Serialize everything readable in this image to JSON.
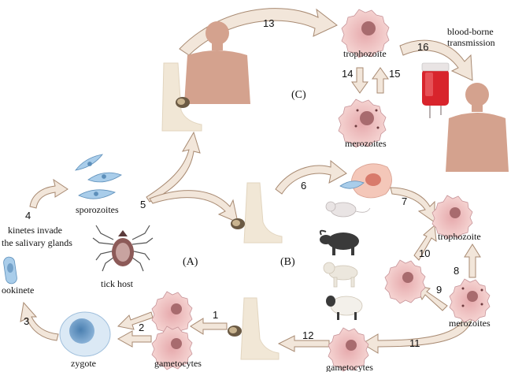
{
  "labels": {
    "trophozoite_top": "trophozoite",
    "merozoites_top": "merozoites",
    "blood_borne_l1": "blood-borne",
    "blood_borne_l2": "transmission",
    "c_label": "(C)",
    "sporozoites": "sporozoites",
    "kinetes_l1": "kinetes invade",
    "kinetes_l2": "the salivary glands",
    "tick_host": "tick host",
    "ookinete": "ookinete",
    "zygote": "zygote",
    "gametocytes_left": "gametocytes",
    "gametocytes_right": "gametocytes",
    "a_label": "(A)",
    "b_label": "(B)",
    "trophozoite_right": "trophozoite",
    "merozoites_right": "merozoites"
  },
  "steps": [
    "1",
    "2",
    "3",
    "4",
    "5",
    "6",
    "7",
    "8",
    "9",
    "10",
    "11",
    "12",
    "13",
    "14",
    "15",
    "16"
  ],
  "colors": {
    "arrow_fill": "#f2e6da",
    "arrow_stroke": "#a88a72",
    "skin": "#d4a28e",
    "leg": "#f1e7d6",
    "cell_outer": "#f2c6c4",
    "cell_inner": "#c68e8e",
    "blue_cell": "#a9cdea",
    "blood": "#d8242c"
  }
}
